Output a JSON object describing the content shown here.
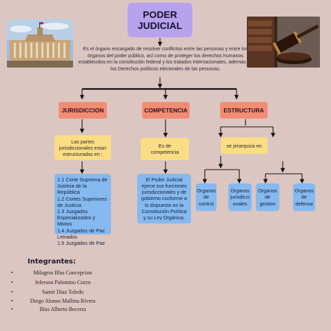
{
  "title": "PODER\nJUDICIAL",
  "description": "Es el órgano encargado de resolver conflictos entre las personas y entre los órganos del poder público, así como de proteger los derechos humanos establecidos en la constitución federal y los tratados internacionales, además de los Derechos políticos electorales de las personas.",
  "images": {
    "left": "palace-photo",
    "right": "gavel-photo"
  },
  "categories": {
    "jurisdiccion": {
      "label": "JURISDICCION",
      "note": "Las partes jurisdiccionales estan estructuradas en :",
      "items": [
        "1.1 Corte Suprema de Justicia de la República",
        "1.2 Cortes Superiores de Justicia",
        "1.3 Juzgados Especializados y Mixtos",
        "1.4 Juzgados de Paz Letrados",
        "1.5 Juzgados de Paz"
      ]
    },
    "competencia": {
      "label": "COMPETENCIA",
      "note": "Es de competencia",
      "detail": "El Poder Judicial ejerce sus funciones jurisdiccionales y de gobierno conforme a lo dispuesto en la Constitución Política y su Ley Orgánica."
    },
    "estructura": {
      "label": "ESTRUCTURA",
      "note": "se  jerarquiza en",
      "organs": [
        "Organos de control",
        "Organos jurisdicci onales",
        "Organos de gestion",
        "Organos de defensa"
      ]
    }
  },
  "members": {
    "title": "Integrantes:",
    "names": [
      "Milagros Blas Concepcion",
      "Jeferson Palomino Corzo",
      "Samir Diaz Toledo",
      "Diego Alonso Mallma Rivera",
      "Blas Alberto Becerra"
    ]
  },
  "colors": {
    "background": "#dcc6c1",
    "title": "#b7a2ee",
    "category": "#f28c72",
    "note": "#fbdd83",
    "detail": "#86b9ef"
  }
}
